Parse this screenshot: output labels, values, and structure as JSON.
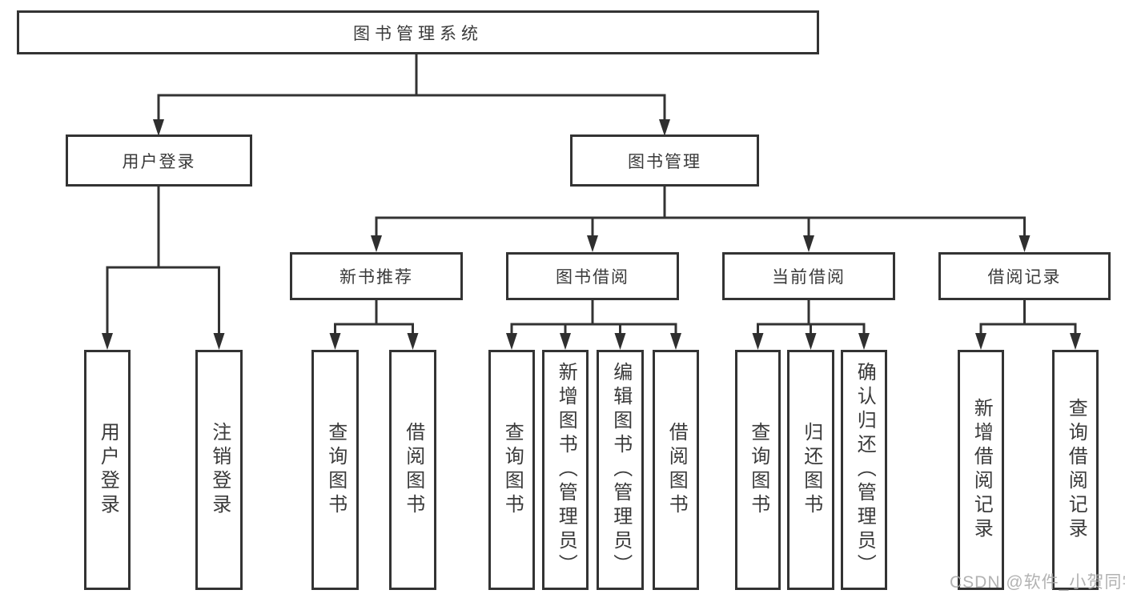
{
  "tree": {
    "root": {
      "label": "图书管理系统",
      "children": [
        {
          "label": "用户登录",
          "children": [
            {
              "label": "用户登录"
            },
            {
              "label": "注销登录"
            }
          ]
        },
        {
          "label": "图书管理",
          "children": [
            {
              "label": "新书推荐",
              "children": [
                {
                  "label": "查询图书"
                },
                {
                  "label": "借阅图书"
                }
              ]
            },
            {
              "label": "图书借阅",
              "children": [
                {
                  "label": "查询图书"
                },
                {
                  "label": "新增图书（管理员）"
                },
                {
                  "label": "编辑图书（管理员）"
                },
                {
                  "label": "借阅图书"
                }
              ]
            },
            {
              "label": "当前借阅",
              "children": [
                {
                  "label": "查询图书"
                },
                {
                  "label": "归还图书"
                },
                {
                  "label": "确认归还（管理员）"
                }
              ]
            },
            {
              "label": "借阅记录",
              "children": [
                {
                  "label": "新增借阅记录"
                },
                {
                  "label": "查询借阅记录"
                }
              ]
            }
          ]
        }
      ]
    }
  },
  "watermark": {
    "text": "CSDN @软件_小贺同学"
  },
  "colors": {
    "line": "#333333",
    "box_border": "#333333",
    "text": "#3a3a3a",
    "background": "#ffffff",
    "watermark": "#a8a8a8"
  }
}
